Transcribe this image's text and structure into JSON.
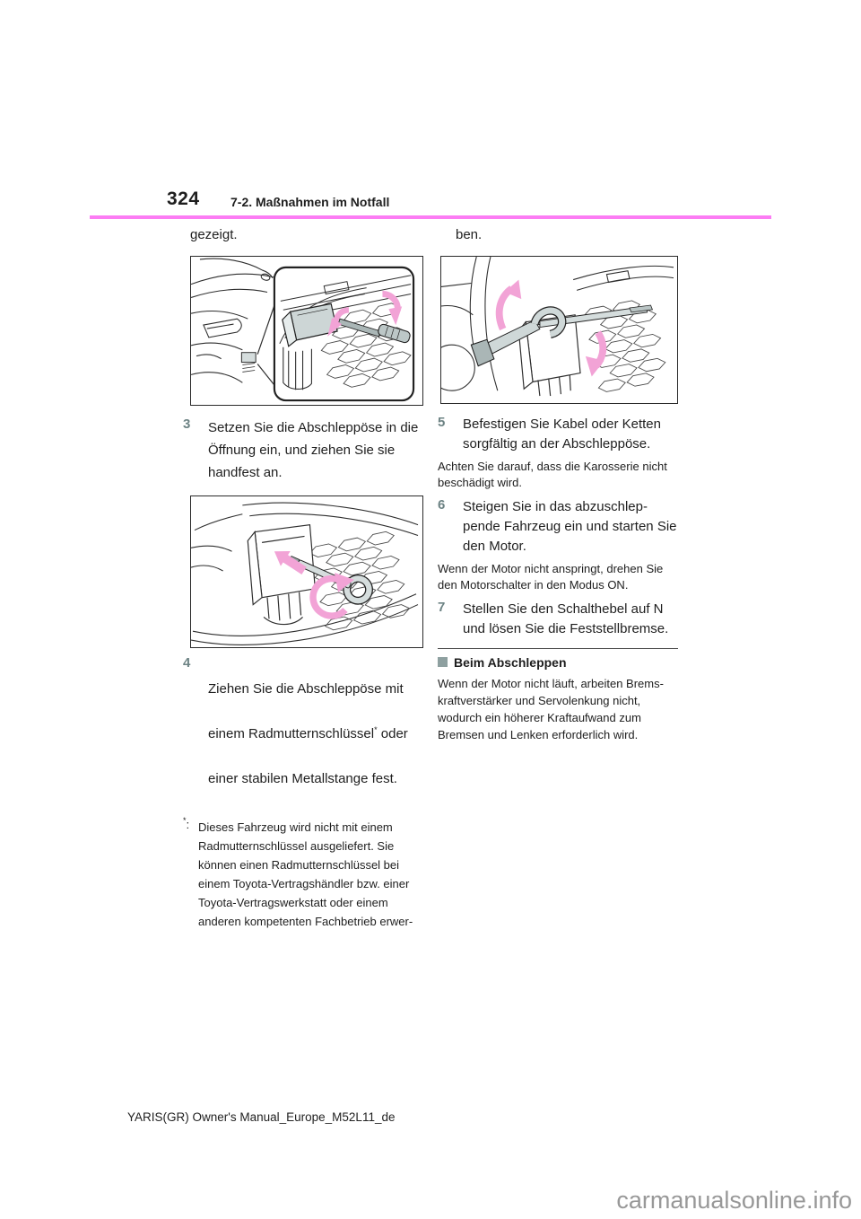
{
  "header": {
    "page_number": "324",
    "section_title": "7-2. Maßnahmen im Notfall"
  },
  "left": {
    "continuation": "gezeigt.",
    "step3": {
      "num": "3",
      "text": "Setzen Sie die Abschleppöse in die\nÖffnung ein, und ziehen Sie sie\nhandfest an."
    },
    "step4": {
      "num": "4",
      "line1": "Ziehen Sie die Abschleppöse mit",
      "line2_pre": "einem Radmutternschlüssel",
      "line2_sup": "*",
      "line2_post": " oder",
      "line3": "einer stabilen Metallstange fest."
    },
    "footnote": {
      "sup": "*",
      "colon": ":",
      "text": "Dieses Fahrzeug wird nicht mit einem\nRadmutternschlüssel ausgeliefert. Sie\nkönnen einen Radmutternschlüssel bei\neinem Toyota-Vertragshändler bzw. einer\nToyota-Vertragswerkstatt oder einem\nanderen kompetenten Fachbetrieb erwer-"
    }
  },
  "right": {
    "continuation": "ben.",
    "step5": {
      "num": "5",
      "text": "Befestigen Sie Kabel oder Ketten\nsorgfältig an der Abschleppöse."
    },
    "note5": "Achten Sie darauf, dass die Karosserie nicht\nbeschädigt wird.",
    "step6": {
      "num": "6",
      "text": "Steigen Sie in das abzuschlep-\npende Fahrzeug ein und starten Sie\nden Motor."
    },
    "note6": "Wenn der Motor nicht anspringt, drehen Sie\nden Motorschalter in den Modus ON.",
    "step7": {
      "num": "7",
      "text": "Stellen Sie den Schalthebel auf N\nund lösen Sie die Feststellbremse."
    },
    "info": {
      "title": "Beim Abschleppen",
      "text": "Wenn der Motor nicht läuft, arbeiten Brems-\nkraftverstärker und Servolenkung nicht,\nwodurch ein höherer Kraftaufwand zum\nBremsen und Lenken erforderlich wird."
    }
  },
  "footer": {
    "filename": "YARIS(GR) Owner's Manual_Europe_M52L11_de",
    "watermark": "carmanualsonline.info"
  },
  "illustrations": {
    "fig1": "car-front-with-tow-eye-cover-removal-detail",
    "fig2": "tow-eyelet-insertion-into-opening",
    "fig3": "tightening-tow-eyelet-with-wheel-nut-wrench"
  },
  "colors": {
    "header_rule_pink": "#fc7cf4",
    "arrow_pink": "#f2a3d6",
    "step_number": "#6d8384",
    "info_square": "#8ea0a0",
    "watermark_gray": "#989898"
  }
}
